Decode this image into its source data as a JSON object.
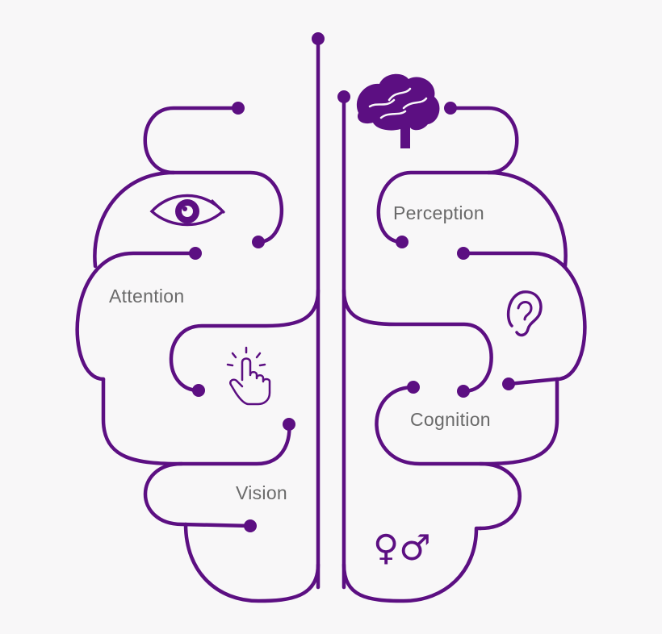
{
  "colors": {
    "accent": "#5c0f82",
    "label": "#6a6a6a",
    "background": "#f8f7f8"
  },
  "labels": {
    "attention": "Attention",
    "perception": "Perception",
    "vision": "Vision",
    "cognition": "Cognition"
  },
  "icons": [
    "eye-icon",
    "brain-icon",
    "ear-icon",
    "touch-hand-icon",
    "gender-symbols-icon"
  ],
  "gender_symbols": "♀♂"
}
